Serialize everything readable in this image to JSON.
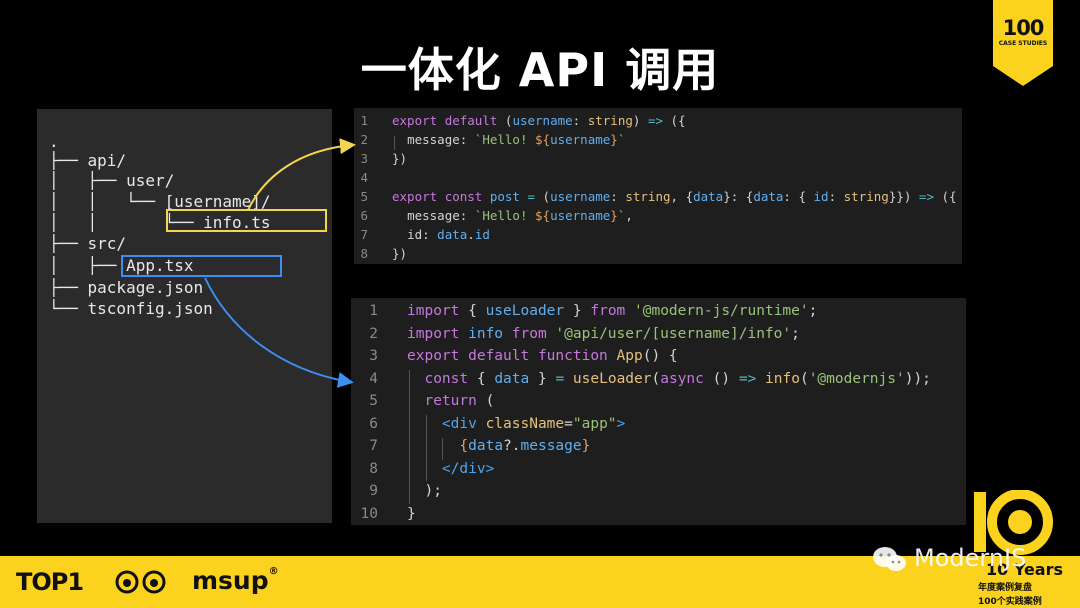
{
  "slide": {
    "title": "一体化 API 调用"
  },
  "badge": {
    "number": "100",
    "subtitle": "CASE STUDIES",
    "color": "#fbd21e"
  },
  "file_tree": {
    "lines": [
      ".",
      "├── api/",
      "│   ├── user/",
      "│   │   └── [username]/",
      "│   │       └── info.ts",
      "├── src/",
      "│   ├── App.tsx",
      "├── package.json",
      "└── tsconfig.json"
    ],
    "highlight_yellow": "info.ts",
    "highlight_blue": "App.tsx"
  },
  "code_api": {
    "line_numbers": [
      "1",
      "2",
      "3",
      "4",
      "5",
      "6",
      "7",
      "8"
    ],
    "lines": [
      [
        [
          "kw",
          "export "
        ],
        [
          "kw",
          "default "
        ],
        [
          "pl",
          "("
        ],
        [
          "vr",
          "username"
        ],
        [
          "pl",
          ": "
        ],
        [
          "ty",
          "string"
        ],
        [
          "pl",
          ") "
        ],
        [
          "op",
          "=> "
        ],
        [
          "pl",
          "({"
        ]
      ],
      [
        [
          "pl",
          "  "
        ],
        [
          "pl",
          "message: "
        ],
        [
          "st",
          "`Hello! "
        ],
        [
          "or",
          "${"
        ],
        [
          "vr",
          "username"
        ],
        [
          "or",
          "}"
        ],
        [
          "st",
          "`"
        ]
      ],
      [
        [
          "pl",
          "})"
        ]
      ],
      [],
      [
        [
          "kw",
          "export "
        ],
        [
          "kw",
          "const "
        ],
        [
          "vr",
          "post "
        ],
        [
          "op",
          "= "
        ],
        [
          "pl",
          "("
        ],
        [
          "vr",
          "username"
        ],
        [
          "pl",
          ": "
        ],
        [
          "ty",
          "string"
        ],
        [
          "pl",
          ", {"
        ],
        [
          "vr",
          "data"
        ],
        [
          "pl",
          "}: {"
        ],
        [
          "vr",
          "data"
        ],
        [
          "pl",
          ": { "
        ],
        [
          "vr",
          "id"
        ],
        [
          "pl",
          ": "
        ],
        [
          "ty",
          "string"
        ],
        [
          "pl",
          "}}) "
        ],
        [
          "op",
          "=> "
        ],
        [
          "pl",
          "({"
        ]
      ],
      [
        [
          "pl",
          "  "
        ],
        [
          "pl",
          "message: "
        ],
        [
          "st",
          "`Hello! "
        ],
        [
          "or",
          "${"
        ],
        [
          "vr",
          "username"
        ],
        [
          "or",
          "}"
        ],
        [
          "st",
          "`"
        ],
        [
          "pl",
          ","
        ]
      ],
      [
        [
          "pl",
          "  "
        ],
        [
          "pl",
          "id: "
        ],
        [
          "vr",
          "data"
        ],
        [
          "pl",
          "."
        ],
        [
          "vr",
          "id"
        ]
      ],
      [
        [
          "pl",
          "})"
        ]
      ]
    ]
  },
  "code_app": {
    "line_numbers": [
      "1",
      "2",
      "3",
      "4",
      "5",
      "6",
      "7",
      "8",
      "9",
      "10"
    ],
    "lines": [
      [
        [
          "kw",
          "import "
        ],
        [
          "pl",
          "{ "
        ],
        [
          "vr",
          "useLoader "
        ],
        [
          "pl",
          "} "
        ],
        [
          "kw",
          "from "
        ],
        [
          "st",
          "'@modern-js/runtime'"
        ],
        [
          "pl",
          ";"
        ]
      ],
      [
        [
          "kw",
          "import "
        ],
        [
          "vr",
          "info "
        ],
        [
          "kw",
          "from "
        ],
        [
          "st",
          "'@api/user/[username]/info'"
        ],
        [
          "pl",
          ";"
        ]
      ],
      [
        [
          "kw",
          "export "
        ],
        [
          "kw",
          "default "
        ],
        [
          "kw",
          "function "
        ],
        [
          "fn",
          "App"
        ],
        [
          "pl",
          "() {"
        ]
      ],
      [
        [
          "pl",
          "  "
        ],
        [
          "kw",
          "const "
        ],
        [
          "pl",
          "{ "
        ],
        [
          "vr",
          "data "
        ],
        [
          "pl",
          "} "
        ],
        [
          "op",
          "= "
        ],
        [
          "fn",
          "useLoader"
        ],
        [
          "pl",
          "("
        ],
        [
          "kw",
          "async "
        ],
        [
          "pl",
          "() "
        ],
        [
          "op",
          "=> "
        ],
        [
          "fn",
          "info"
        ],
        [
          "pl",
          "("
        ],
        [
          "st",
          "'@modernjs'"
        ],
        [
          "pl",
          "));"
        ]
      ],
      [
        [
          "pl",
          "  "
        ],
        [
          "kw",
          "return "
        ],
        [
          "pl",
          "("
        ]
      ],
      [
        [
          "pl",
          "    "
        ],
        [
          "tg",
          "<div "
        ],
        [
          "at",
          "className"
        ],
        [
          "pl",
          "="
        ],
        [
          "st",
          "\"app\""
        ],
        [
          "tg",
          ">"
        ]
      ],
      [
        [
          "pl",
          "      "
        ],
        [
          "or",
          "{"
        ],
        [
          "vr",
          "data"
        ],
        [
          "pl",
          "?."
        ],
        [
          "vr",
          "message"
        ],
        [
          "or",
          "}"
        ]
      ],
      [
        [
          "pl",
          "    "
        ],
        [
          "tg",
          "</div>"
        ]
      ],
      [
        [
          "pl",
          "  "
        ],
        [
          "pl",
          ");"
        ]
      ],
      [
        [
          "pl",
          "}"
        ]
      ]
    ]
  },
  "footer": {
    "brand_top": "TOP1",
    "brand_msup": "msup",
    "registered": "®",
    "years_title": "10 Years",
    "years_sub1": "年度案例复盘",
    "years_sub2": "100个实践案例",
    "watermark": "ModernJS"
  },
  "colors": {
    "accent_yellow": "#f2d64b",
    "accent_blue": "#3d8ef0",
    "footer_yellow": "#fbd21e"
  }
}
